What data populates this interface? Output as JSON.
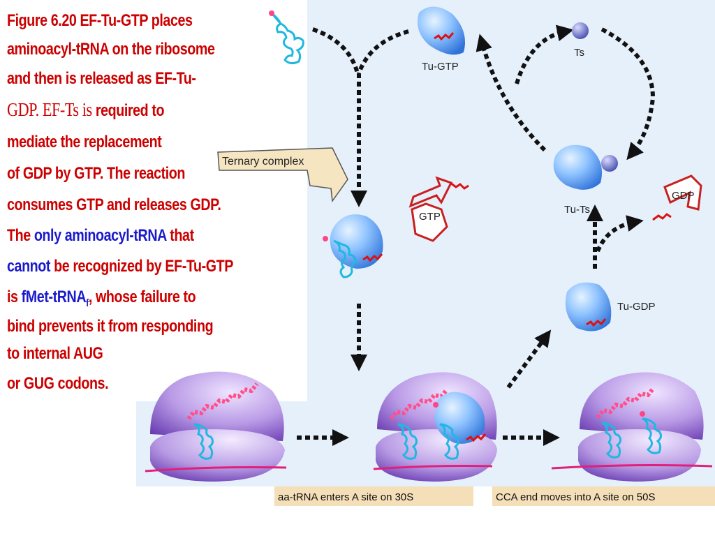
{
  "caption": {
    "l1": "Figure 6.20 EF-Tu-GTP places",
    "l2": "aminoacyl-tRNA on the ribosome",
    "l3": "and then is released as EF-Tu-",
    "l4a": "GDP. EF-Ts is ",
    "l4b": "required to",
    "l5": "mediate the replacement",
    "l6": "of GDP by GTP. The reaction",
    "l7": "consumes GTP and releases GDP.",
    "l8a": "The ",
    "l8b": "only",
    "l8c": " ",
    "l8d": "aminoacyl-tRNA",
    "l8e": "  that",
    "l9a": "cannot",
    "l9b": " be recognized by EF-Tu-GTP",
    "l10a": "is ",
    "l10b": "fMet-tRNA",
    "l10sub": "f",
    "l10c": ", whose failure to",
    "l11": "bind prevents it from responding",
    "l12": "to internal AUG",
    "l13": "or GUG codons."
  },
  "labels": {
    "tu_gtp": "Tu-GTP",
    "ts": "Ts",
    "ternary": "Ternary complex",
    "gtp": "GTP",
    "gdp": "GDP",
    "tu_ts": "Tu-Ts",
    "tu_gdp": "Tu-GDP"
  },
  "footer": {
    "left": "aa-tRNA enters A site on 30S",
    "right": "CCA end moves into A site on 50S"
  },
  "colors": {
    "caption_red": "#cc0000",
    "caption_blue": "#1a1acc",
    "panel_bg": "#e6f0fb",
    "footer_box": "#f4dfb8",
    "efTu_blue": "#5aa0f0",
    "ribosome_purple": "#9a70d8",
    "trna_cyan": "#20b8e0",
    "mrna_magenta": "#e0207a"
  }
}
